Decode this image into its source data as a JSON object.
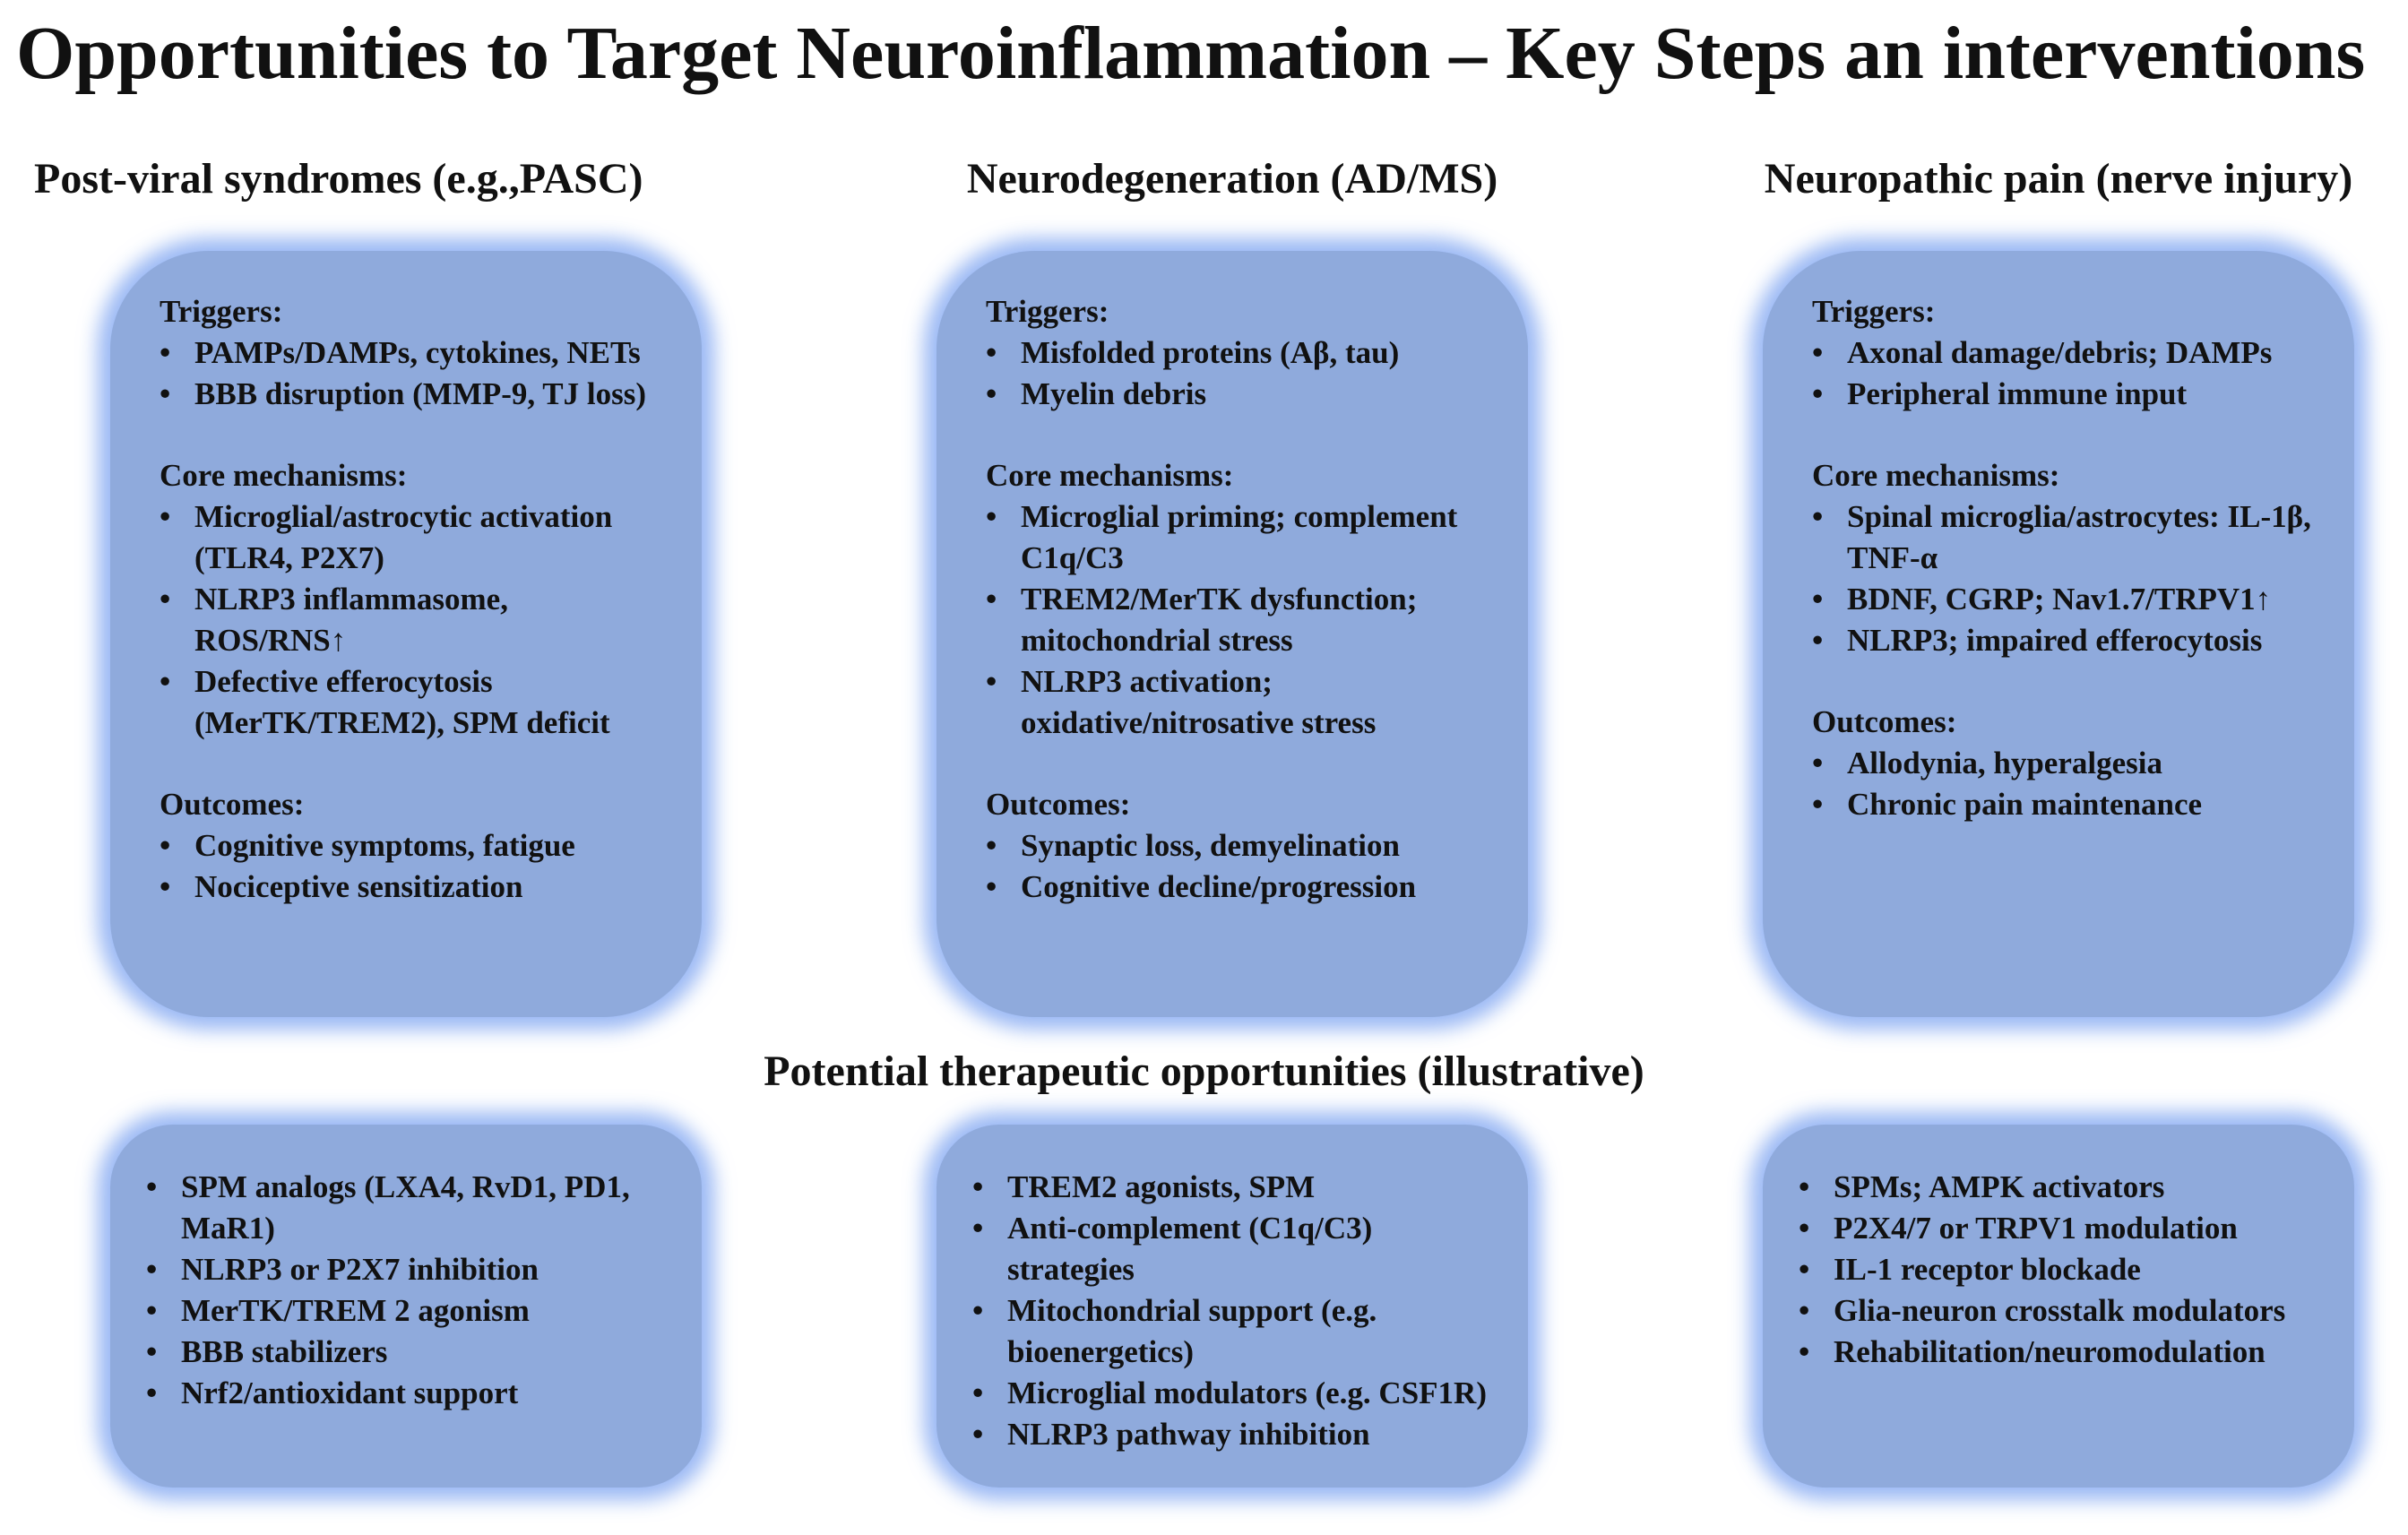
{
  "title": "Opportunities to Target Neuroinflammation – Key Steps an interventions",
  "columns": [
    {
      "heading": "Post-viral syndromes (e.g.,PASC)",
      "triggers_label": "Triggers:",
      "triggers": [
        "PAMPs/DAMPs, cytokines, NETs",
        "BBB disruption (MMP-9, TJ loss)"
      ],
      "mechanisms_label": "Core mechanisms:",
      "mechanisms": [
        "Microglial/astrocytic activation (TLR4, P2X7)",
        "NLRP3 inflammasome, ROS/RNS↑",
        "Defective efferocytosis (MerTK/TREM2), SPM deficit"
      ],
      "outcomes_label": "Outcomes:",
      "outcomes": [
        "Cognitive symptoms, fatigue",
        "Nociceptive sensitization"
      ],
      "therapies": [
        "SPM analogs (LXA4, RvD1, PD1, MaR1)",
        "NLRP3 or P2X7 inhibition",
        "MerTK/TREM 2 agonism",
        "BBB stabilizers",
        "Nrf2/antioxidant support"
      ]
    },
    {
      "heading": "Neurodegeneration (AD/MS)",
      "triggers_label": "Triggers:",
      "triggers": [
        "Misfolded proteins (Aβ, tau)",
        "Myelin debris"
      ],
      "mechanisms_label": "Core mechanisms:",
      "mechanisms": [
        "Microglial priming; complement C1q/C3",
        "TREM2/MerTK dysfunction; mitochondrial stress",
        "NLRP3 activation; oxidative/nitrosative stress"
      ],
      "outcomes_label": "Outcomes:",
      "outcomes": [
        "Synaptic loss, demyelination",
        "Cognitive decline/progression"
      ],
      "therapies": [
        "TREM2 agonists, SPM",
        "Anti-complement (C1q/C3) strategies",
        "Mitochondrial support (e.g. bioenergetics)",
        "Microglial modulators (e.g. CSF1R)",
        "NLRP3 pathway inhibition"
      ]
    },
    {
      "heading": "Neuropathic pain (nerve injury)",
      "triggers_label": "Triggers:",
      "triggers": [
        "Axonal damage/debris; DAMPs",
        "Peripheral immune input"
      ],
      "mechanisms_label": "Core mechanisms:",
      "mechanisms": [
        "Spinal microglia/astrocytes: IL-1β, TNF-α",
        "BDNF, CGRP; Nav1.7/TRPV1↑",
        "NLRP3; impaired efferocytosis"
      ],
      "outcomes_label": "Outcomes:",
      "outcomes": [
        "Allodynia, hyperalgesia",
        "Chronic pain maintenance"
      ],
      "therapies": [
        "SPMs; AMPK activators",
        "P2X4/7 or TRPV1 modulation",
        "IL-1 receptor blockade",
        "Glia-neuron crosstalk modulators",
        "Rehabilitation/neuromodulation"
      ]
    }
  ],
  "therapies_heading": "Potential therapeutic opportunities (illustrative)",
  "colors": {
    "box_fill": "#8faadc",
    "box_glow": "#78a0f0",
    "text": "#111111"
  }
}
